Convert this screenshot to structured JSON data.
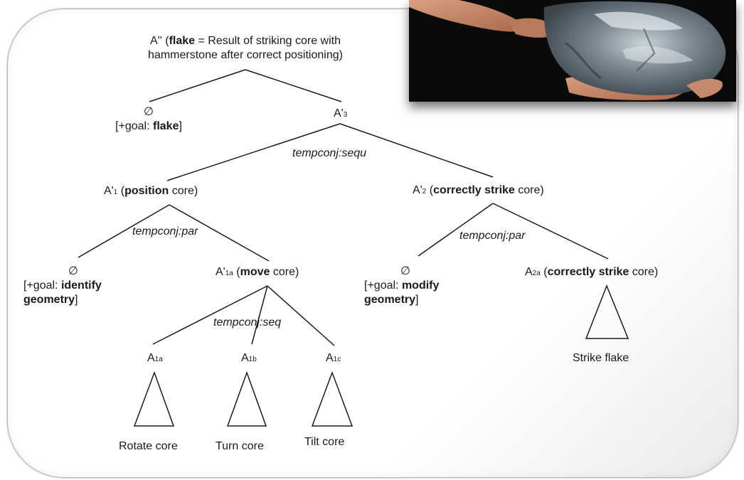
{
  "root": {
    "prefix": "A'' (",
    "bold": "flake",
    "rest": " = Result of striking core with",
    "line2": "hammerstone after correct positioning)"
  },
  "null_goal_flake": {
    "symbol": "∅",
    "pre": "[+goal: ",
    "bold": "flake",
    "post": "]"
  },
  "a3": {
    "base": "A'",
    "sub": "3"
  },
  "conj_top": "tempconj:sequ",
  "a1": {
    "base": "A'",
    "sub": "1",
    "pre": " (",
    "bold": "position",
    "post": " core)"
  },
  "a2": {
    "base": "A'",
    "sub": "2",
    "pre": " (",
    "bold": "correctly strike",
    "post": " core)"
  },
  "conj_left": "tempconj:par",
  "conj_right": "tempconj:par",
  "null_goal_identify": {
    "symbol": "∅",
    "pre": "[+goal: ",
    "bold1": "identify",
    "bold2": "geometry",
    "post": "]"
  },
  "a1a": {
    "base": "A'",
    "sub": "1a",
    "pre": " (",
    "bold": "move",
    "post": " core)"
  },
  "null_goal_modify": {
    "symbol": "∅",
    "pre": "[+goal: ",
    "bold1": "modify",
    "bold2": "geometry",
    "post": "]"
  },
  "a2a": {
    "base": "A",
    "sub": "2a",
    "pre": " (",
    "bold": "correctly strike",
    "post": " core)"
  },
  "conj_move": "tempconj:seq",
  "leaves": [
    {
      "base": "A",
      "sub": "1a",
      "label": "Rotate core"
    },
    {
      "base": "A",
      "sub": "1b",
      "label": "Turn core"
    },
    {
      "base": "A",
      "sub": "1c",
      "label": "Tilt core"
    }
  ],
  "strike_label": "Strike flake",
  "colors": {
    "line": "#1a1a1a",
    "photo_bg": "#0a0a0a",
    "skin": "#c98a6a",
    "stone": "#7d8a93"
  }
}
